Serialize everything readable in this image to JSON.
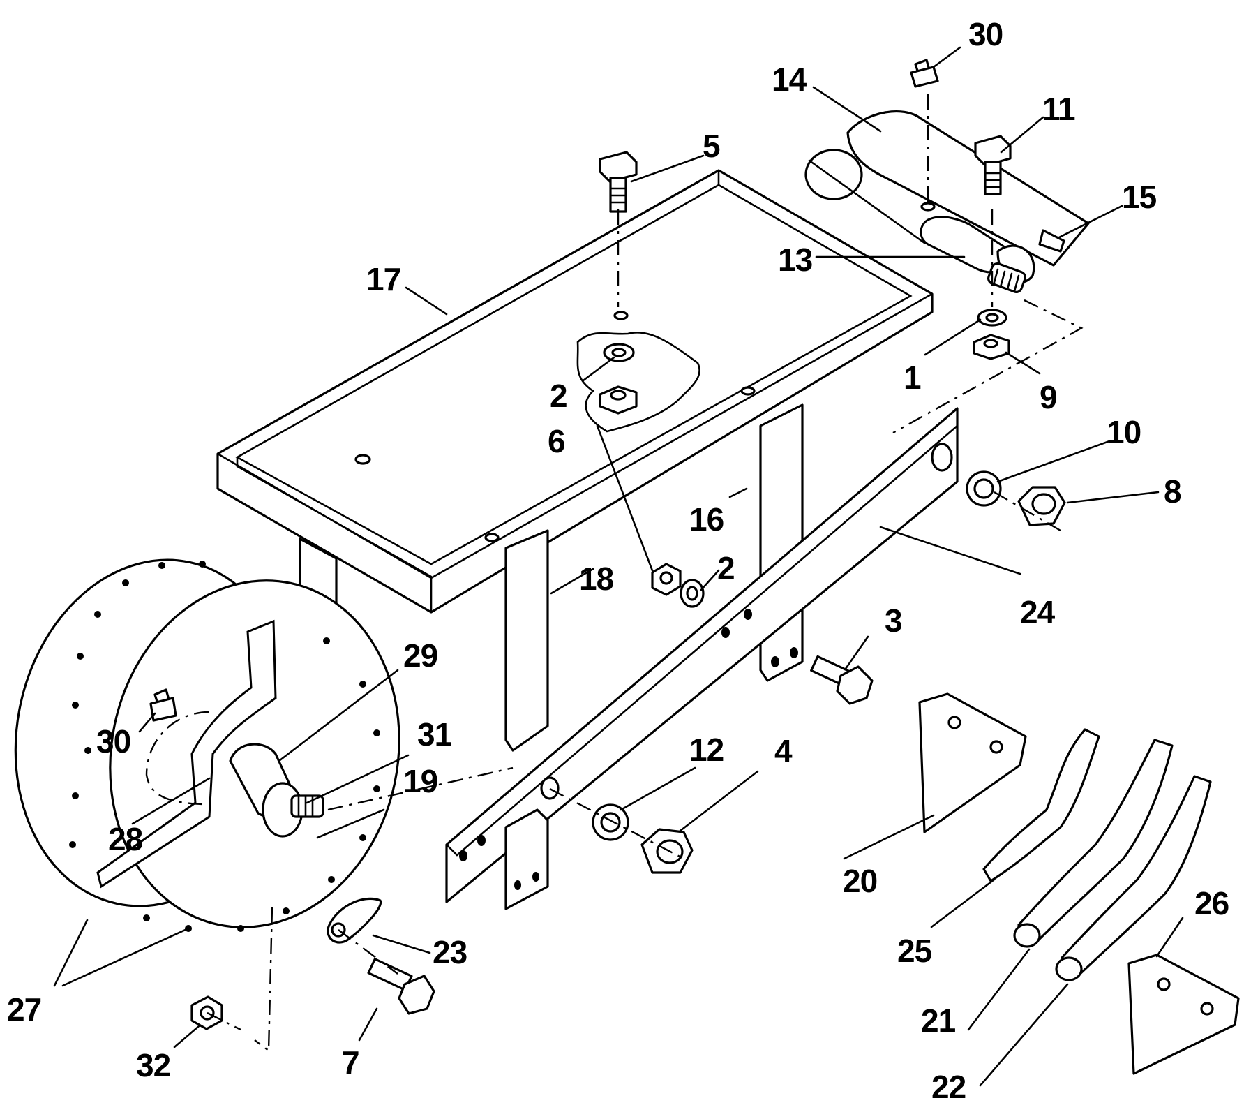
{
  "callouts": [
    {
      "id": "c30a",
      "text": "30"
    },
    {
      "id": "c14",
      "text": "14"
    },
    {
      "id": "c11",
      "text": "11"
    },
    {
      "id": "c5",
      "text": "5"
    },
    {
      "id": "c15",
      "text": "15"
    },
    {
      "id": "c13",
      "text": "13"
    },
    {
      "id": "c17",
      "text": "17"
    },
    {
      "id": "c1",
      "text": "1"
    },
    {
      "id": "c9",
      "text": "9"
    },
    {
      "id": "c2a",
      "text": "2"
    },
    {
      "id": "c6",
      "text": "6"
    },
    {
      "id": "c10",
      "text": "10"
    },
    {
      "id": "c8",
      "text": "8"
    },
    {
      "id": "c16",
      "text": "16"
    },
    {
      "id": "c18",
      "text": "18"
    },
    {
      "id": "c2b",
      "text": "2"
    },
    {
      "id": "c24",
      "text": "24"
    },
    {
      "id": "c3",
      "text": "3"
    },
    {
      "id": "c29",
      "text": "29"
    },
    {
      "id": "c30b",
      "text": "30"
    },
    {
      "id": "c31",
      "text": "31"
    },
    {
      "id": "c12",
      "text": "12"
    },
    {
      "id": "c4",
      "text": "4"
    },
    {
      "id": "c19",
      "text": "19"
    },
    {
      "id": "c28",
      "text": "28"
    },
    {
      "id": "c20",
      "text": "20"
    },
    {
      "id": "c25",
      "text": "25"
    },
    {
      "id": "c26",
      "text": "26"
    },
    {
      "id": "c23",
      "text": "23"
    },
    {
      "id": "c27",
      "text": "27"
    },
    {
      "id": "c21",
      "text": "21"
    },
    {
      "id": "c7",
      "text": "7"
    },
    {
      "id": "c32",
      "text": "32"
    },
    {
      "id": "c22",
      "text": "22"
    }
  ]
}
